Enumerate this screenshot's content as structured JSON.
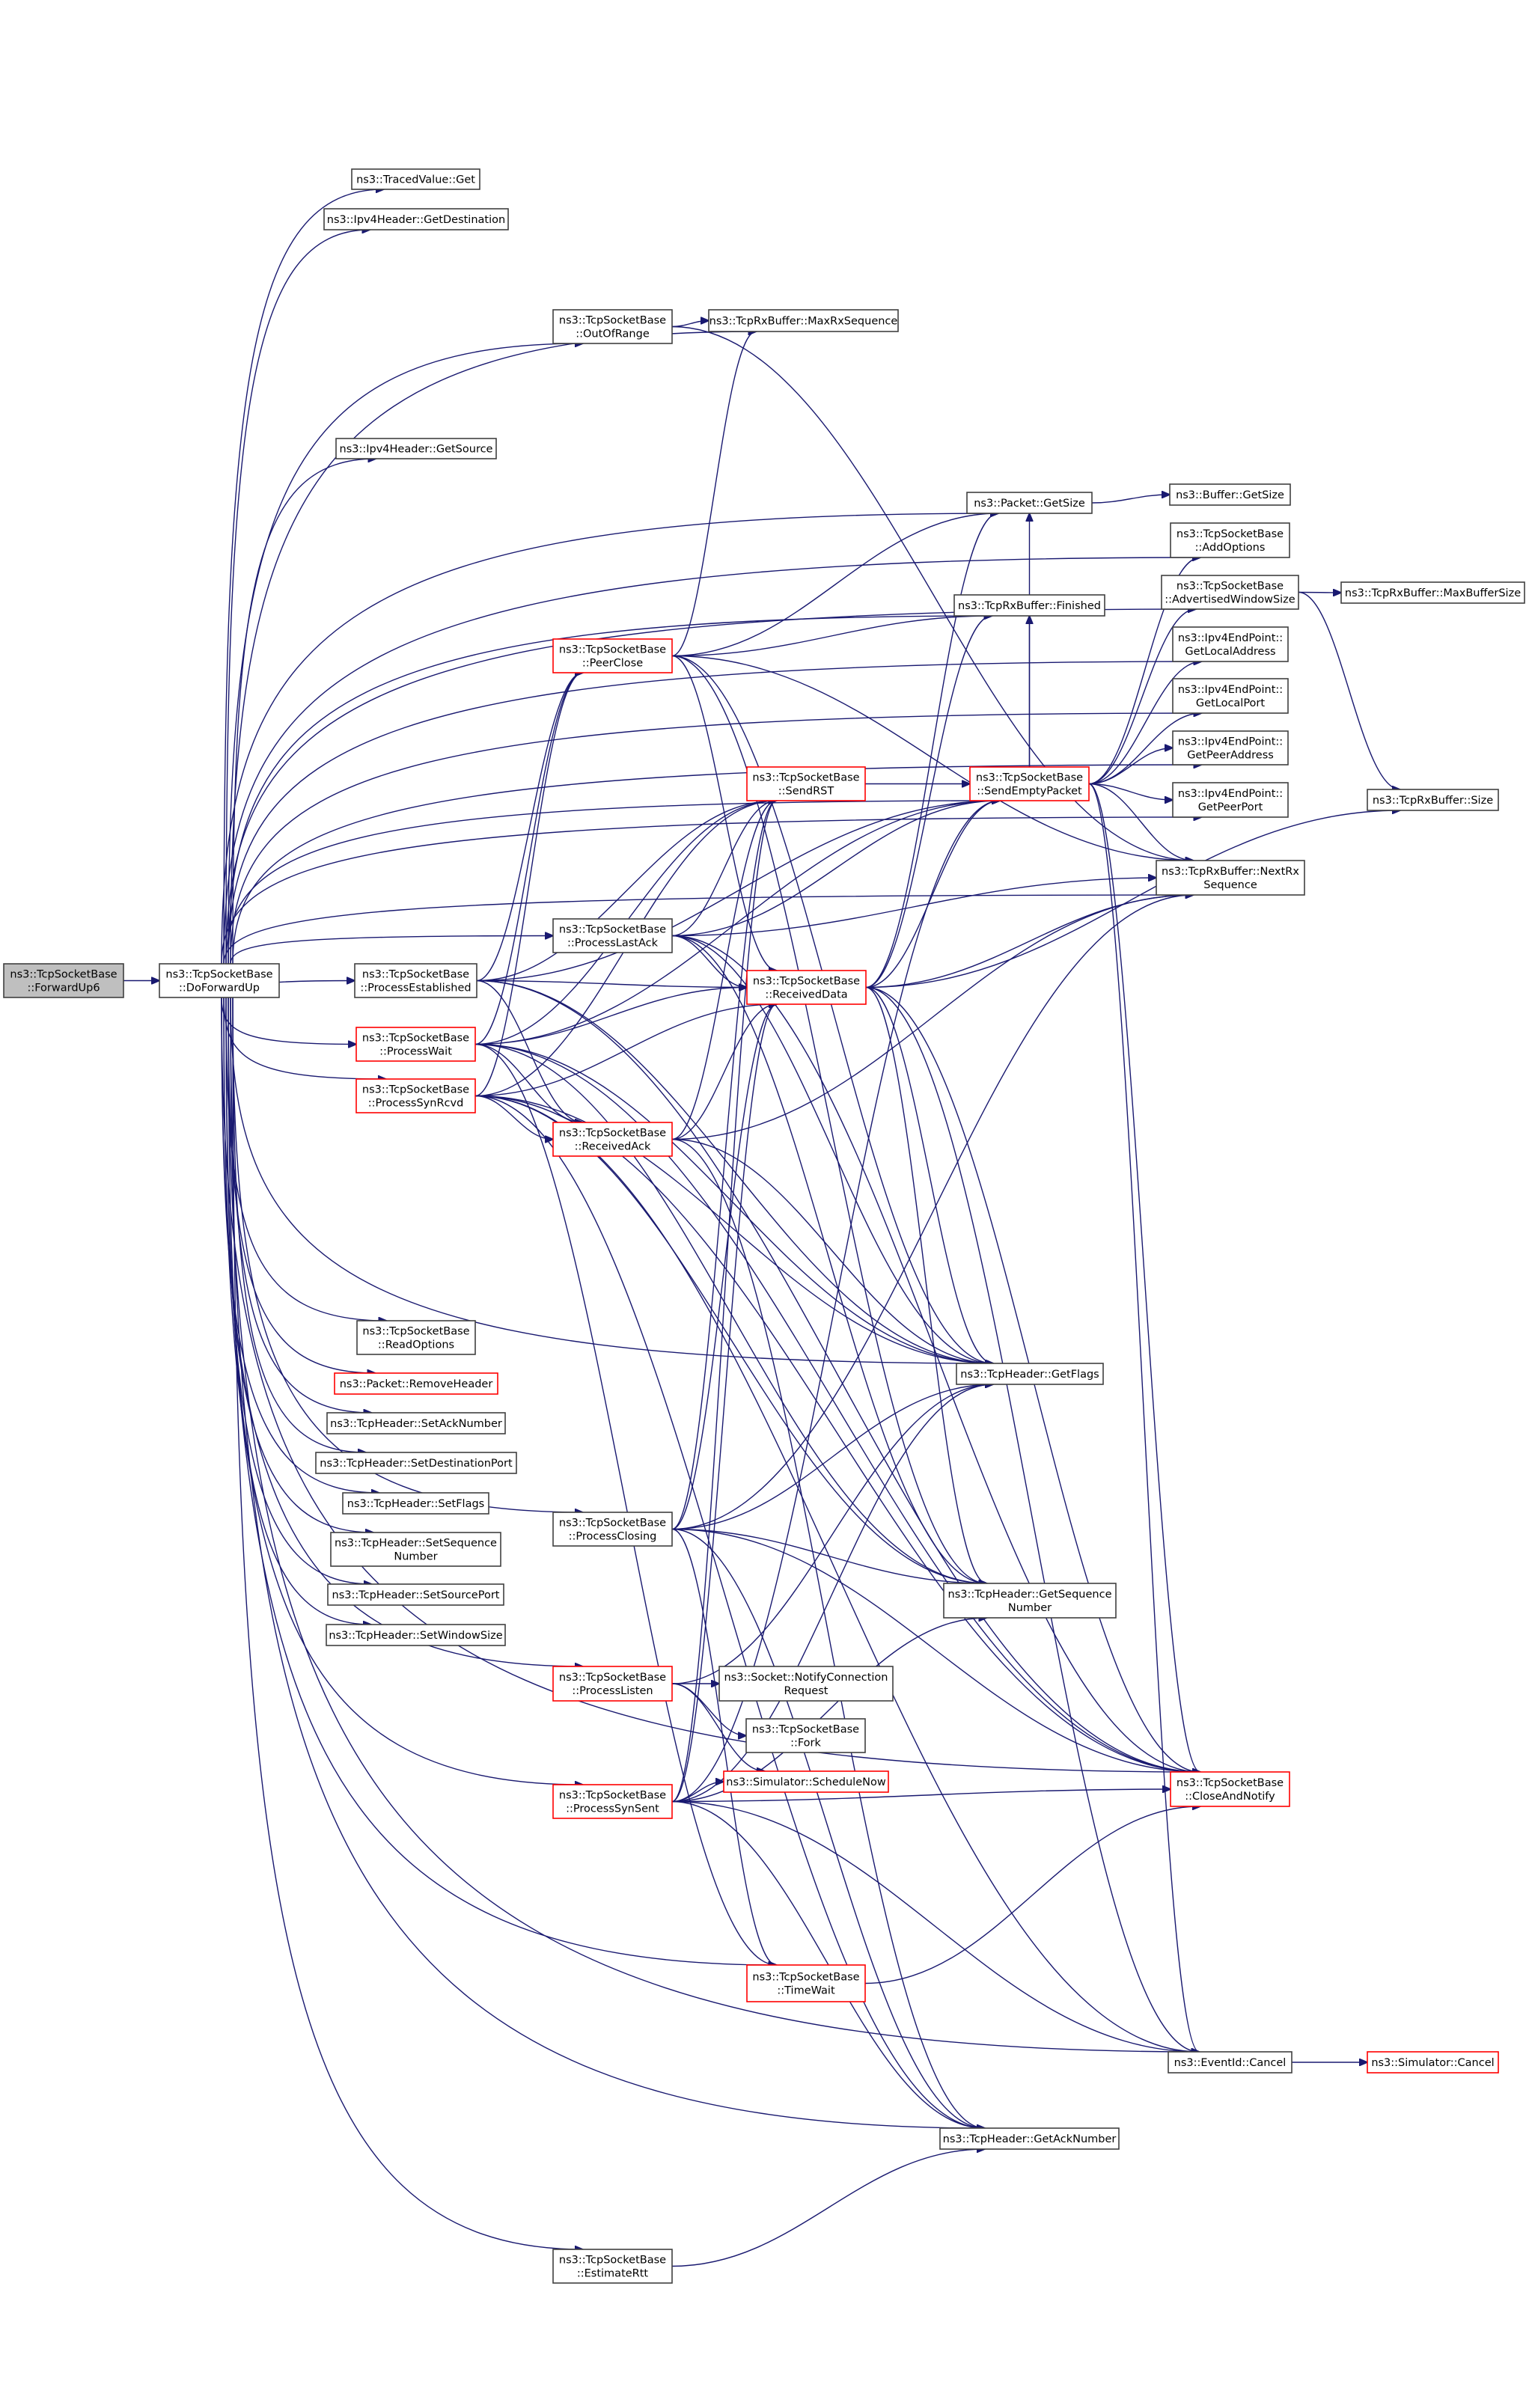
{
  "diagram": {
    "type": "call-graph",
    "edge_color": "#191970",
    "incomplete_node_border_color": "#ff0000",
    "root_fill_color": "#bfbfbf",
    "nodes": [
      {
        "id": "ForwardUp6",
        "lines": [
          "ns3::TcpSocketBase",
          "::ForwardUp6"
        ],
        "style": "root"
      },
      {
        "id": "DoForwardUp",
        "lines": [
          "ns3::TcpSocketBase",
          "::DoForwardUp"
        ],
        "style": "normal"
      },
      {
        "id": "TracedValueGet",
        "lines": [
          "ns3::TracedValue::Get"
        ],
        "style": "normal"
      },
      {
        "id": "GetDestination",
        "lines": [
          "ns3::Ipv4Header::GetDestination"
        ],
        "style": "normal"
      },
      {
        "id": "OutOfRange",
        "lines": [
          "ns3::TcpSocketBase",
          "::OutOfRange"
        ],
        "style": "normal"
      },
      {
        "id": "MaxRxSequence",
        "lines": [
          "ns3::TcpRxBuffer::MaxRxSequence"
        ],
        "style": "normal"
      },
      {
        "id": "GetSource",
        "lines": [
          "ns3::Ipv4Header::GetSource"
        ],
        "style": "normal"
      },
      {
        "id": "PacketGetSize",
        "lines": [
          "ns3::Packet::GetSize"
        ],
        "style": "normal"
      },
      {
        "id": "BufferGetSize",
        "lines": [
          "ns3::Buffer::GetSize"
        ],
        "style": "normal"
      },
      {
        "id": "AddOptions",
        "lines": [
          "ns3::TcpSocketBase",
          "::AddOptions"
        ],
        "style": "normal"
      },
      {
        "id": "AdvertisedWindowSize",
        "lines": [
          "ns3::TcpSocketBase",
          "::AdvertisedWindowSize"
        ],
        "style": "normal"
      },
      {
        "id": "MaxBufferSize",
        "lines": [
          "ns3::TcpRxBuffer::MaxBufferSize"
        ],
        "style": "normal"
      },
      {
        "id": "Finished",
        "lines": [
          "ns3::TcpRxBuffer::Finished"
        ],
        "style": "normal"
      },
      {
        "id": "PeerClose",
        "lines": [
          "ns3::TcpSocketBase",
          "::PeerClose"
        ],
        "style": "red"
      },
      {
        "id": "GetLocalAddress",
        "lines": [
          "ns3::Ipv4EndPoint::",
          "GetLocalAddress"
        ],
        "style": "normal"
      },
      {
        "id": "GetLocalPort",
        "lines": [
          "ns3::Ipv4EndPoint::",
          "GetLocalPort"
        ],
        "style": "normal"
      },
      {
        "id": "GetPeerAddress",
        "lines": [
          "ns3::Ipv4EndPoint::",
          "GetPeerAddress"
        ],
        "style": "normal"
      },
      {
        "id": "GetPeerPort",
        "lines": [
          "ns3::Ipv4EndPoint::",
          "GetPeerPort"
        ],
        "style": "normal"
      },
      {
        "id": "SendRST",
        "lines": [
          "ns3::TcpSocketBase",
          "::SendRST"
        ],
        "style": "red"
      },
      {
        "id": "SendEmptyPacket",
        "lines": [
          "ns3::TcpSocketBase",
          "::SendEmptyPacket"
        ],
        "style": "red"
      },
      {
        "id": "RxBufferSize",
        "lines": [
          "ns3::TcpRxBuffer::Size"
        ],
        "style": "normal"
      },
      {
        "id": "NextRxSequence",
        "lines": [
          "ns3::TcpRxBuffer::NextRx",
          "Sequence"
        ],
        "style": "normal"
      },
      {
        "id": "ProcessLastAck",
        "lines": [
          "ns3::TcpSocketBase",
          "::ProcessLastAck"
        ],
        "style": "normal"
      },
      {
        "id": "ProcessEstablished",
        "lines": [
          "ns3::TcpSocketBase",
          "::ProcessEstablished"
        ],
        "style": "normal"
      },
      {
        "id": "ReceivedData",
        "lines": [
          "ns3::TcpSocketBase",
          "::ReceivedData"
        ],
        "style": "red"
      },
      {
        "id": "ProcessWait",
        "lines": [
          "ns3::TcpSocketBase",
          "::ProcessWait"
        ],
        "style": "red"
      },
      {
        "id": "ProcessSynRcvd",
        "lines": [
          "ns3::TcpSocketBase",
          "::ProcessSynRcvd"
        ],
        "style": "red"
      },
      {
        "id": "ReceivedAck",
        "lines": [
          "ns3::TcpSocketBase",
          "::ReceivedAck"
        ],
        "style": "red"
      },
      {
        "id": "ReadOptions",
        "lines": [
          "ns3::TcpSocketBase",
          "::ReadOptions"
        ],
        "style": "normal"
      },
      {
        "id": "RemoveHeader",
        "lines": [
          "ns3::Packet::RemoveHeader"
        ],
        "style": "red"
      },
      {
        "id": "GetFlags",
        "lines": [
          "ns3::TcpHeader::GetFlags"
        ],
        "style": "normal"
      },
      {
        "id": "SetAckNumber",
        "lines": [
          "ns3::TcpHeader::SetAckNumber"
        ],
        "style": "normal"
      },
      {
        "id": "SetDestinationPort",
        "lines": [
          "ns3::TcpHeader::SetDestinationPort"
        ],
        "style": "normal"
      },
      {
        "id": "SetFlags",
        "lines": [
          "ns3::TcpHeader::SetFlags"
        ],
        "style": "normal"
      },
      {
        "id": "ProcessClosing",
        "lines": [
          "ns3::TcpSocketBase",
          "::ProcessClosing"
        ],
        "style": "normal"
      },
      {
        "id": "SetSequenceNumber",
        "lines": [
          "ns3::TcpHeader::SetSequence",
          "Number"
        ],
        "style": "normal"
      },
      {
        "id": "SetSourcePort",
        "lines": [
          "ns3::TcpHeader::SetSourcePort"
        ],
        "style": "normal"
      },
      {
        "id": "GetSequenceNumber",
        "lines": [
          "ns3::TcpHeader::GetSequence",
          "Number"
        ],
        "style": "normal"
      },
      {
        "id": "SetWindowSize",
        "lines": [
          "ns3::TcpHeader::SetWindowSize"
        ],
        "style": "normal"
      },
      {
        "id": "ProcessListen",
        "lines": [
          "ns3::TcpSocketBase",
          "::ProcessListen"
        ],
        "style": "red"
      },
      {
        "id": "NotifyConnectionRequest",
        "lines": [
          "ns3::Socket::NotifyConnection",
          "Request"
        ],
        "style": "normal"
      },
      {
        "id": "Fork",
        "lines": [
          "ns3::TcpSocketBase",
          "::Fork"
        ],
        "style": "normal"
      },
      {
        "id": "ScheduleNow",
        "lines": [
          "ns3::Simulator::ScheduleNow"
        ],
        "style": "red"
      },
      {
        "id": "CloseAndNotify",
        "lines": [
          "ns3::TcpSocketBase",
          "::CloseAndNotify"
        ],
        "style": "red"
      },
      {
        "id": "ProcessSynSent",
        "lines": [
          "ns3::TcpSocketBase",
          "::ProcessSynSent"
        ],
        "style": "red"
      },
      {
        "id": "TimeWait",
        "lines": [
          "ns3::TcpSocketBase",
          "::TimeWait"
        ],
        "style": "red"
      },
      {
        "id": "EventIdCancel",
        "lines": [
          "ns3::EventId::Cancel"
        ],
        "style": "normal"
      },
      {
        "id": "SimulatorCancel",
        "lines": [
          "ns3::Simulator::Cancel"
        ],
        "style": "red"
      },
      {
        "id": "GetAckNumber",
        "lines": [
          "ns3::TcpHeader::GetAckNumber"
        ],
        "style": "normal"
      },
      {
        "id": "EstimateRtt",
        "lines": [
          "ns3::TcpSocketBase",
          "::EstimateRtt"
        ],
        "style": "normal"
      }
    ],
    "edges": [
      [
        "ForwardUp6",
        "DoForwardUp"
      ],
      [
        "DoForwardUp",
        "TracedValueGet"
      ],
      [
        "DoForwardUp",
        "GetDestination"
      ],
      [
        "DoForwardUp",
        "OutOfRange"
      ],
      [
        "DoForwardUp",
        "MaxRxSequence"
      ],
      [
        "DoForwardUp",
        "GetSource"
      ],
      [
        "DoForwardUp",
        "PacketGetSize"
      ],
      [
        "DoForwardUp",
        "AddOptions"
      ],
      [
        "DoForwardUp",
        "AdvertisedWindowSize"
      ],
      [
        "DoForwardUp",
        "GetLocalAddress"
      ],
      [
        "DoForwardUp",
        "GetLocalPort"
      ],
      [
        "DoForwardUp",
        "GetPeerAddress"
      ],
      [
        "DoForwardUp",
        "GetPeerPort"
      ],
      [
        "DoForwardUp",
        "NextRxSequence"
      ],
      [
        "DoForwardUp",
        "SendEmptyPacket"
      ],
      [
        "DoForwardUp",
        "Finished"
      ],
      [
        "DoForwardUp",
        "ProcessLastAck"
      ],
      [
        "DoForwardUp",
        "ProcessEstablished"
      ],
      [
        "DoForwardUp",
        "ProcessWait"
      ],
      [
        "DoForwardUp",
        "ProcessSynRcvd"
      ],
      [
        "DoForwardUp",
        "ReadOptions"
      ],
      [
        "DoForwardUp",
        "RemoveHeader"
      ],
      [
        "DoForwardUp",
        "SetAckNumber"
      ],
      [
        "DoForwardUp",
        "SetDestinationPort"
      ],
      [
        "DoForwardUp",
        "SetFlags"
      ],
      [
        "DoForwardUp",
        "SetSequenceNumber"
      ],
      [
        "DoForwardUp",
        "SetSourcePort"
      ],
      [
        "DoForwardUp",
        "SetWindowSize"
      ],
      [
        "DoForwardUp",
        "GetFlags"
      ],
      [
        "DoForwardUp",
        "ProcessClosing"
      ],
      [
        "DoForwardUp",
        "ProcessListen"
      ],
      [
        "DoForwardUp",
        "ProcessSynSent"
      ],
      [
        "DoForwardUp",
        "TimeWait"
      ],
      [
        "DoForwardUp",
        "EventIdCancel"
      ],
      [
        "DoForwardUp",
        "GetAckNumber"
      ],
      [
        "DoForwardUp",
        "EstimateRtt"
      ],
      [
        "DoForwardUp",
        "CloseAndNotify"
      ],
      [
        "OutOfRange",
        "MaxRxSequence"
      ],
      [
        "OutOfRange",
        "NextRxSequence"
      ],
      [
        "PacketGetSize",
        "BufferGetSize"
      ],
      [
        "AdvertisedWindowSize",
        "MaxBufferSize"
      ],
      [
        "AdvertisedWindowSize",
        "RxBufferSize"
      ],
      [
        "PeerClose",
        "MaxRxSequence"
      ],
      [
        "PeerClose",
        "PacketGetSize"
      ],
      [
        "PeerClose",
        "Finished"
      ],
      [
        "PeerClose",
        "NextRxSequence"
      ],
      [
        "PeerClose",
        "ReceivedData"
      ],
      [
        "PeerClose",
        "GetFlags"
      ],
      [
        "PeerClose",
        "GetSequenceNumber"
      ],
      [
        "SendRST",
        "SendEmptyPacket"
      ],
      [
        "SendEmptyPacket",
        "PacketGetSize"
      ],
      [
        "SendEmptyPacket",
        "Finished"
      ],
      [
        "SendEmptyPacket",
        "AddOptions"
      ],
      [
        "SendEmptyPacket",
        "AdvertisedWindowSize"
      ],
      [
        "SendEmptyPacket",
        "GetLocalAddress"
      ],
      [
        "SendEmptyPacket",
        "GetLocalPort"
      ],
      [
        "SendEmptyPacket",
        "GetPeerAddress"
      ],
      [
        "SendEmptyPacket",
        "GetPeerPort"
      ],
      [
        "SendEmptyPacket",
        "NextRxSequence"
      ],
      [
        "SendEmptyPacket",
        "EventIdCancel"
      ],
      [
        "SendEmptyPacket",
        "CloseAndNotify"
      ],
      [
        "ProcessEstablished",
        "PeerClose"
      ],
      [
        "ProcessEstablished",
        "SendRST"
      ],
      [
        "ProcessEstablished",
        "ReceivedData"
      ],
      [
        "ProcessEstablished",
        "ReceivedAck"
      ],
      [
        "ProcessEstablished",
        "GetFlags"
      ],
      [
        "ProcessEstablished",
        "CloseAndNotify"
      ],
      [
        "ProcessEstablished",
        "SendEmptyPacket"
      ],
      [
        "ProcessLastAck",
        "SendRST"
      ],
      [
        "ProcessLastAck",
        "SendEmptyPacket"
      ],
      [
        "ProcessLastAck",
        "NextRxSequence"
      ],
      [
        "ProcessLastAck",
        "ReceivedData"
      ],
      [
        "ProcessLastAck",
        "GetFlags"
      ],
      [
        "ProcessLastAck",
        "GetSequenceNumber"
      ],
      [
        "ProcessLastAck",
        "CloseAndNotify"
      ],
      [
        "ReceivedData",
        "PacketGetSize"
      ],
      [
        "ReceivedData",
        "Finished"
      ],
      [
        "ReceivedData",
        "SendEmptyPacket"
      ],
      [
        "ReceivedData",
        "NextRxSequence"
      ],
      [
        "ReceivedData",
        "RxBufferSize"
      ],
      [
        "ReceivedData",
        "GetFlags"
      ],
      [
        "ReceivedData",
        "GetSequenceNumber"
      ],
      [
        "ReceivedData",
        "CloseAndNotify"
      ],
      [
        "ReceivedData",
        "EventIdCancel"
      ],
      [
        "ProcessWait",
        "PeerClose"
      ],
      [
        "ProcessWait",
        "SendRST"
      ],
      [
        "ProcessWait",
        "ReceivedData"
      ],
      [
        "ProcessWait",
        "ReceivedAck"
      ],
      [
        "ProcessWait",
        "GetFlags"
      ],
      [
        "ProcessWait",
        "GetSequenceNumber"
      ],
      [
        "ProcessWait",
        "CloseAndNotify"
      ],
      [
        "ProcessWait",
        "TimeWait"
      ],
      [
        "ProcessWait",
        "SendEmptyPacket"
      ],
      [
        "ProcessSynRcvd",
        "PeerClose"
      ],
      [
        "ProcessSynRcvd",
        "SendRST"
      ],
      [
        "ProcessSynRcvd",
        "ReceivedData"
      ],
      [
        "ProcessSynRcvd",
        "ReceivedAck"
      ],
      [
        "ProcessSynRcvd",
        "GetFlags"
      ],
      [
        "ProcessSynRcvd",
        "GetSequenceNumber"
      ],
      [
        "ProcessSynRcvd",
        "GetAckNumber"
      ],
      [
        "ProcessSynRcvd",
        "CloseAndNotify"
      ],
      [
        "ProcessSynRcvd",
        "EventIdCancel"
      ],
      [
        "ReceivedAck",
        "ReceivedData"
      ],
      [
        "ReceivedAck",
        "SendRST"
      ],
      [
        "ReceivedAck",
        "GetFlags"
      ],
      [
        "ReceivedAck",
        "GetAckNumber"
      ],
      [
        "ReceivedAck",
        "NextRxSequence"
      ],
      [
        "ProcessClosing",
        "SendRST"
      ],
      [
        "ProcessClosing",
        "ReceivedData"
      ],
      [
        "ProcessClosing",
        "GetFlags"
      ],
      [
        "ProcessClosing",
        "NextRxSequence"
      ],
      [
        "ProcessClosing",
        "GetSequenceNumber"
      ],
      [
        "ProcessClosing",
        "CloseAndNotify"
      ],
      [
        "ProcessClosing",
        "TimeWait"
      ],
      [
        "ProcessClosing",
        "GetAckNumber"
      ],
      [
        "ProcessListen",
        "NotifyConnectionRequest"
      ],
      [
        "ProcessListen",
        "Fork"
      ],
      [
        "ProcessListen",
        "ScheduleNow"
      ],
      [
        "ProcessListen",
        "GetFlags"
      ],
      [
        "ProcessSynSent",
        "ScheduleNow"
      ],
      [
        "ProcessSynSent",
        "SendRST"
      ],
      [
        "ProcessSynSent",
        "SendEmptyPacket"
      ],
      [
        "ProcessSynSent",
        "GetFlags"
      ],
      [
        "ProcessSynSent",
        "GetSequenceNumber"
      ],
      [
        "ProcessSynSent",
        "GetAckNumber"
      ],
      [
        "ProcessSynSent",
        "CloseAndNotify"
      ],
      [
        "ProcessSynSent",
        "EventIdCancel"
      ],
      [
        "ProcessSynSent",
        "ReceivedData"
      ],
      [
        "TimeWait",
        "CloseAndNotify"
      ],
      [
        "EventIdCancel",
        "SimulatorCancel"
      ],
      [
        "EstimateRtt",
        "GetAckNumber"
      ]
    ]
  }
}
